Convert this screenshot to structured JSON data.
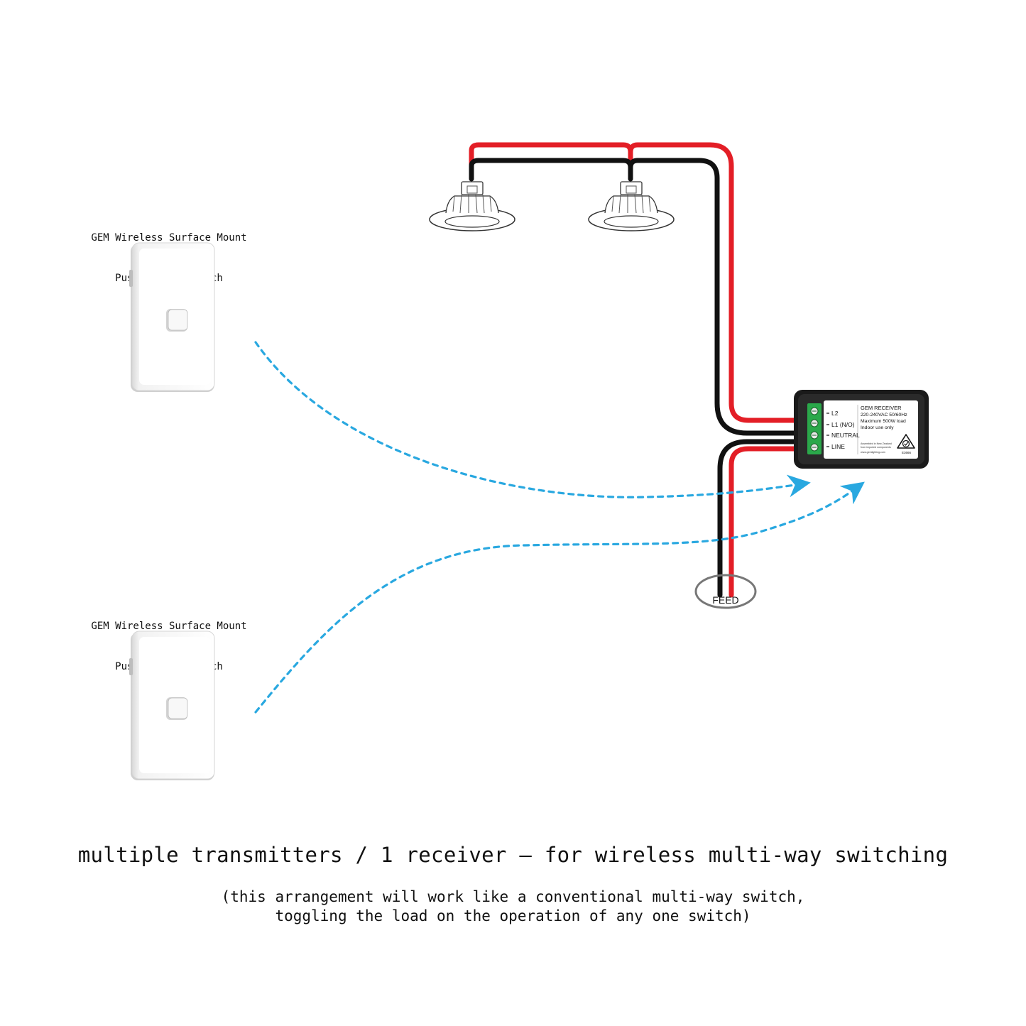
{
  "switches": [
    {
      "label_line1": "GEM Wireless Surface Mount",
      "label_line2": "Push-button Switch"
    },
    {
      "label_line1": "GEM Wireless Surface Mount",
      "label_line2": "Push-button Switch"
    }
  ],
  "receiver": {
    "title": "GEM RECEIVER",
    "spec_line1": "220-240VAC 50/60Hz",
    "spec_line2": "Maximum 500W load",
    "spec_line3": "Indoor use only",
    "fine_print1": "Assembled in New Zealand",
    "fine_print2": "from imported components",
    "fine_print3": "www.gemlighting.com",
    "code": "E3666",
    "terminals": [
      "L2",
      "L1 (N/O)",
      "NEUTRAL",
      "LINE"
    ]
  },
  "feed_label": "FEED",
  "caption": {
    "title": "multiple transmitters / 1 receiver – for wireless multi-way switching",
    "note_line1": "(this arrangement will work like a conventional multi-way switch,",
    "note_line2": "toggling the load on the operation of any one switch)"
  },
  "colors": {
    "active_wire": "#e31e26",
    "neutral_wire": "#111111",
    "signal": "#29a8e0",
    "terminal_block": "#2aa84a",
    "receiver_case": "#1a1a1a"
  }
}
